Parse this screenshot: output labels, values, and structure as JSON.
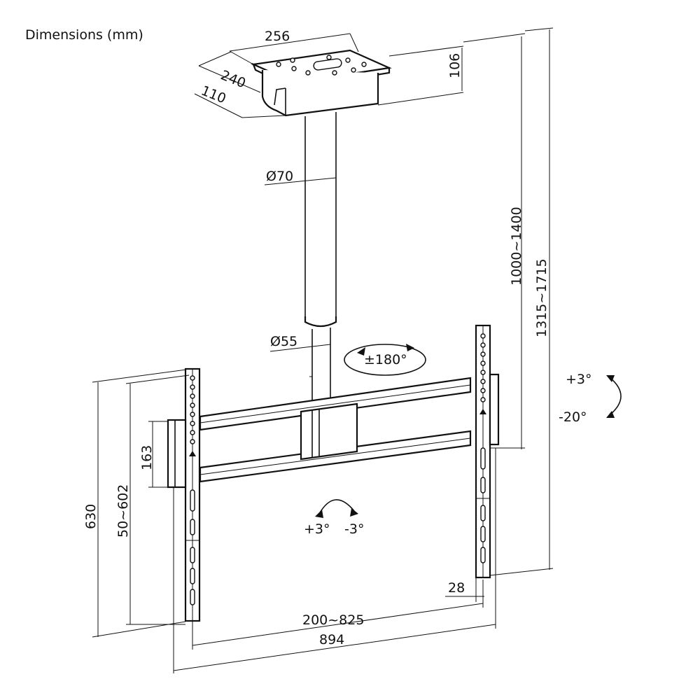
{
  "title": "Dimensions (mm)",
  "dimensions": {
    "plate_width": "256",
    "plate_depth": "240",
    "plate_offset": "110",
    "plate_height": "106",
    "upper_tube_diameter": "Ø70",
    "lower_tube_diameter": "Ø55",
    "pole_length": "1000~1400",
    "total_height": "1315~1715",
    "bracket_height": "630",
    "vesa_vertical": "50~602",
    "rail_spacing": "163",
    "vesa_horizontal": "200~825",
    "total_width": "894",
    "depth": "28"
  },
  "rotation": {
    "swivel": "±180°",
    "tilt_up": "+3°",
    "tilt_down": "-20°",
    "level_plus": "+3°",
    "level_minus": "-3°"
  }
}
